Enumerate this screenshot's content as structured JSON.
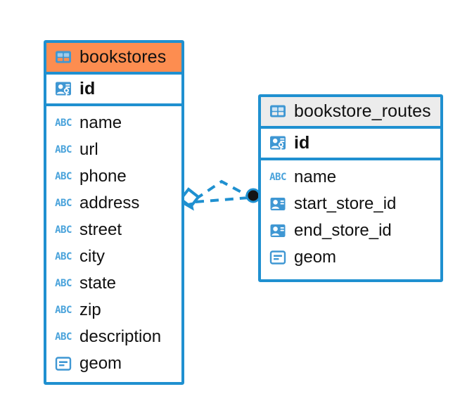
{
  "diagram": {
    "title": "bookstores-bookstore_routes-er-diagram",
    "colors": {
      "border_blue": "#1f90d0",
      "header_orange": "#fd8d50",
      "header_gray": "#ececec",
      "icon_blue": "#3f97d3",
      "abc_blue": "#4aa3db",
      "text_black": "#111111",
      "canvas_white": "#ffffff",
      "endpoint_black": "#141414"
    },
    "entities": [
      {
        "name": "bookstores",
        "header_style": "accent",
        "table_icon": "table-icon",
        "primary_key": {
          "label": "id",
          "icon": "primary-key-icon"
        },
        "fields": [
          {
            "label": "name",
            "icon": "abc-text-icon",
            "type": "text"
          },
          {
            "label": "url",
            "icon": "abc-text-icon",
            "type": "text"
          },
          {
            "label": "phone",
            "icon": "abc-text-icon",
            "type": "text"
          },
          {
            "label": "address",
            "icon": "abc-text-icon",
            "type": "text"
          },
          {
            "label": "street",
            "icon": "abc-text-icon",
            "type": "text"
          },
          {
            "label": "city",
            "icon": "abc-text-icon",
            "type": "text"
          },
          {
            "label": "state",
            "icon": "abc-text-icon",
            "type": "text"
          },
          {
            "label": "zip",
            "icon": "abc-text-icon",
            "type": "text"
          },
          {
            "label": "description",
            "icon": "abc-text-icon",
            "type": "text"
          },
          {
            "label": "geom",
            "icon": "geometry-icon",
            "type": "geometry"
          }
        ]
      },
      {
        "name": "bookstore_routes",
        "header_style": "plain",
        "table_icon": "table-icon",
        "primary_key": {
          "label": "id",
          "icon": "primary-key-icon"
        },
        "fields": [
          {
            "label": "name",
            "icon": "abc-text-icon",
            "type": "text"
          },
          {
            "label": "start_store_id",
            "icon": "foreign-key-icon",
            "type": "foreign-key"
          },
          {
            "label": "end_store_id",
            "icon": "foreign-key-icon",
            "type": "foreign-key"
          },
          {
            "label": "geom",
            "icon": "geometry-icon",
            "type": "geometry"
          }
        ]
      }
    ],
    "relationship": {
      "style": "dashed",
      "color": "#1f90d0",
      "source_marker": "diamond-marker",
      "target_marker": "filled-circle-marker",
      "branches": 2
    }
  }
}
